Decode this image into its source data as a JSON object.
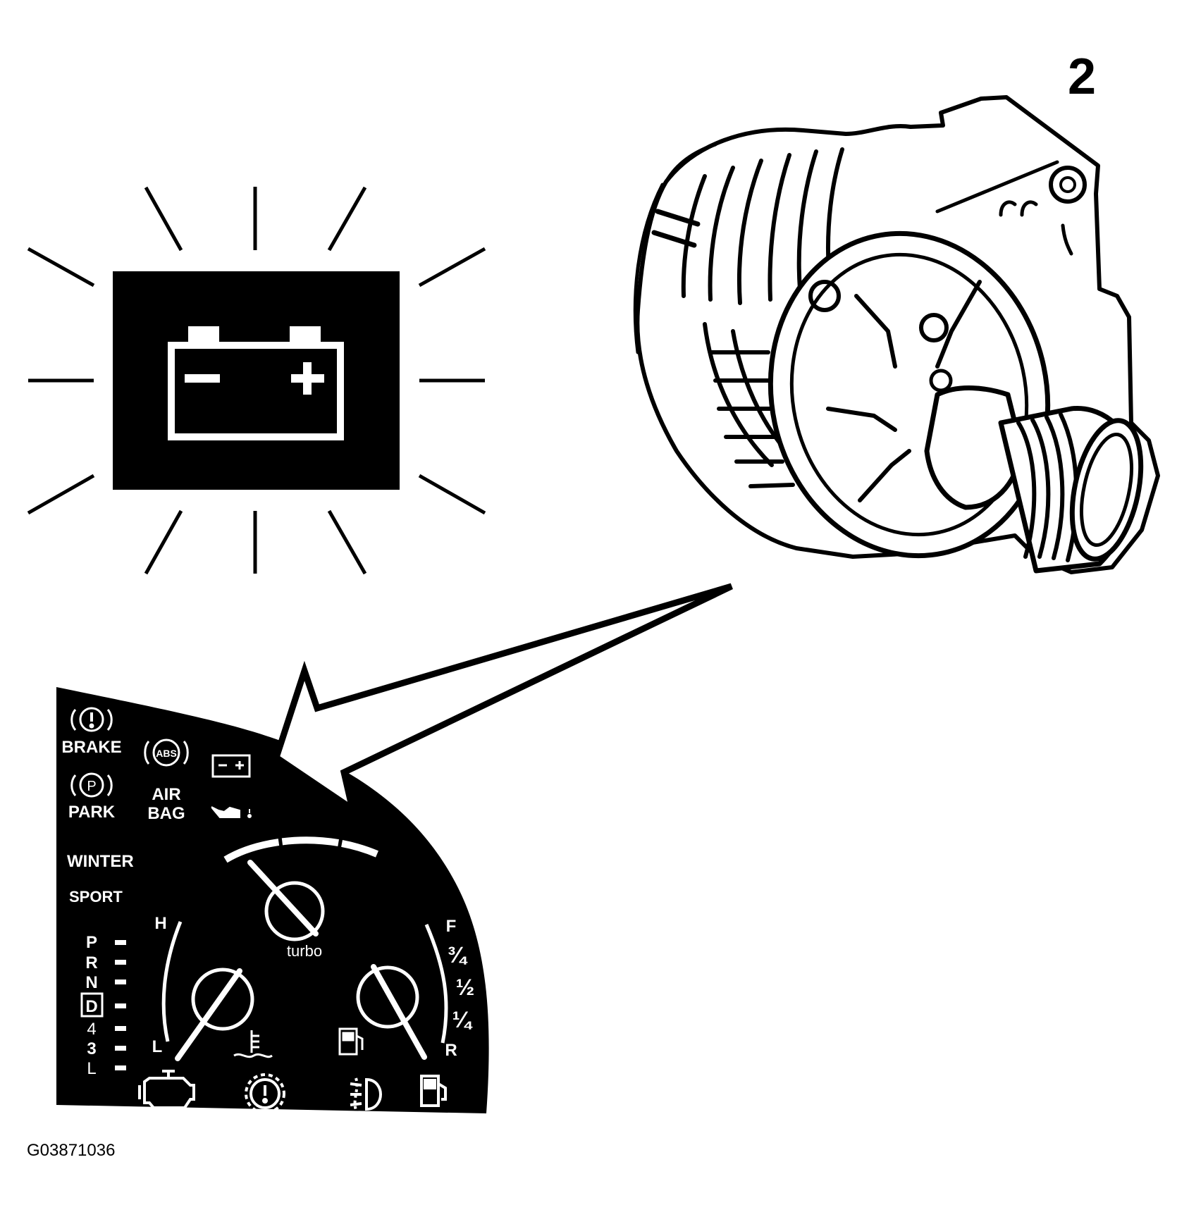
{
  "figure_number": "2",
  "figure_id": "G03871036",
  "colors": {
    "ink": "#000000",
    "paper": "#ffffff"
  },
  "battery_warning": {
    "icon": "battery-icon",
    "minus": "–",
    "plus": "+"
  },
  "alternator": {
    "icon": "alternator-icon"
  },
  "cluster": {
    "telltales": {
      "brake": "BRAKE",
      "abs": "ABS",
      "park_symbol": "P",
      "park": "PARK",
      "airbag_line1": "AIR",
      "airbag_line2": "BAG",
      "winter": "WINTER",
      "sport": "SPORT"
    },
    "turbo_gauge": {
      "label": "turbo"
    },
    "temp_gauge": {
      "high": "H",
      "low": "L"
    },
    "fuel_gauge": {
      "full": "F",
      "three_quarter": "¾",
      "half": "½",
      "quarter": "¼",
      "reserve": "R"
    },
    "gear_positions": [
      "P",
      "R",
      "N",
      "D",
      "4",
      "3",
      "L"
    ],
    "selected_gear": "D",
    "bottom_icons": [
      "check-engine-icon",
      "traction-warning-icon",
      "fog-light-icon",
      "fuel-pump-icon"
    ]
  }
}
